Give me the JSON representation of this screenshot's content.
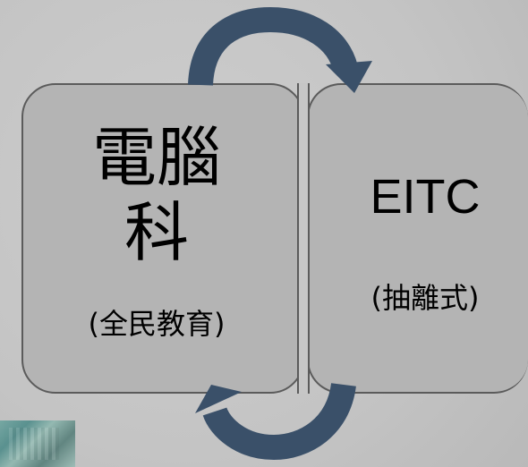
{
  "colors": {
    "background": "#c6c6c6",
    "box_fill": "#b4b4b4",
    "box_border": "#5b5b5b",
    "arrow": "#3a5069"
  },
  "left_box": {
    "title_line1": "電腦",
    "title_line2": "科",
    "subtitle": "(全民教育)"
  },
  "right_box": {
    "title": "EITC",
    "subtitle": "(抽離式)"
  },
  "arrows": {
    "top": "right-pointing-curved-arrow",
    "bottom": "left-pointing-curved-arrow"
  }
}
